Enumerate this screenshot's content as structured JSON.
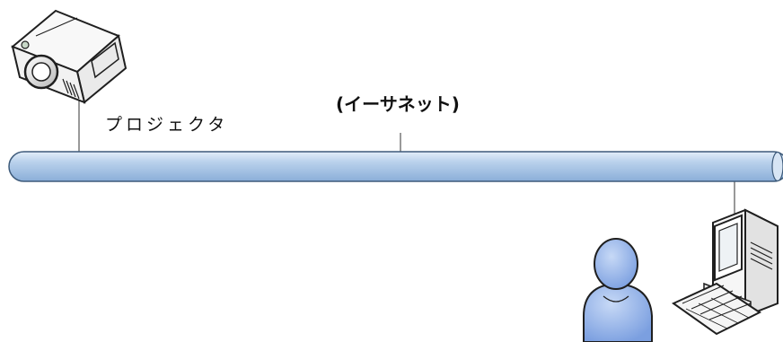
{
  "diagram": {
    "projector_label": "プロジェクタ",
    "network_label": "(イーサネット)"
  },
  "nodes": [
    {
      "id": "projector",
      "icon": "projector-icon"
    },
    {
      "id": "network",
      "icon": "network-cable"
    },
    {
      "id": "computer",
      "icon": "desktop-computer-icon"
    },
    {
      "id": "user",
      "icon": "user-icon"
    }
  ],
  "edges": [
    {
      "from": "projector",
      "to": "network"
    },
    {
      "from": "computer",
      "to": "network"
    }
  ],
  "colors": {
    "cable_fill_light": "#cfe0f2",
    "cable_fill_dark": "#9bbbe0",
    "cable_stroke": "#3d5a7a",
    "user_fill": "#8fb0e8",
    "line": "#555555"
  }
}
